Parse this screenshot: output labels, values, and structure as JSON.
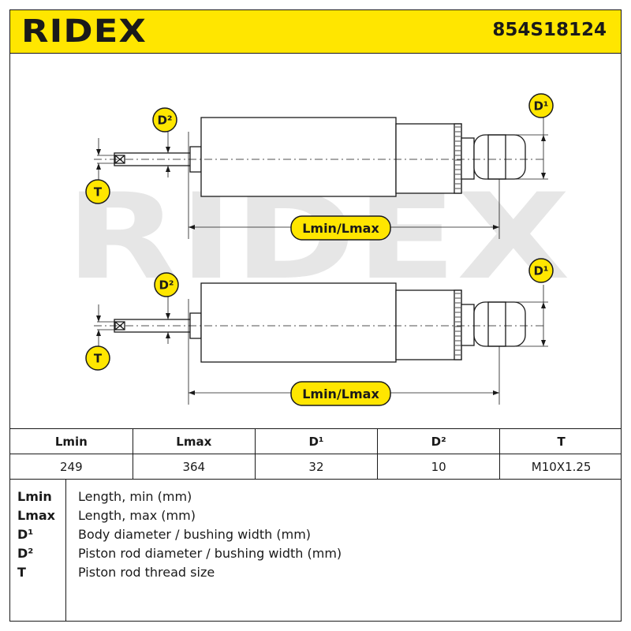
{
  "header": {
    "brand": "RIDEX",
    "part_number": "854S18124"
  },
  "diagram": {
    "watermark": "RIDEX",
    "labels": {
      "d1": "D¹",
      "d2": "D²",
      "t": "T",
      "length": "Lmin/Lmax"
    }
  },
  "specs": {
    "headers": [
      "Lmin",
      "Lmax",
      "D¹",
      "D²",
      "T"
    ],
    "values": [
      "249",
      "364",
      "32",
      "10",
      "M10X1.25"
    ]
  },
  "legend": [
    {
      "key": "Lmin",
      "desc": "Length, min (mm)"
    },
    {
      "key": "Lmax",
      "desc": "Length, max (mm)"
    },
    {
      "key": "D¹",
      "desc": "Body diameter / bushing width (mm)"
    },
    {
      "key": "D²",
      "desc": "Piston rod diameter / bushing width (mm)"
    },
    {
      "key": "T",
      "desc": "Piston rod thread size"
    }
  ],
  "colors": {
    "accent": "#ffe600",
    "ink": "#1a1a1a",
    "watermark": "#e6e6e6"
  }
}
